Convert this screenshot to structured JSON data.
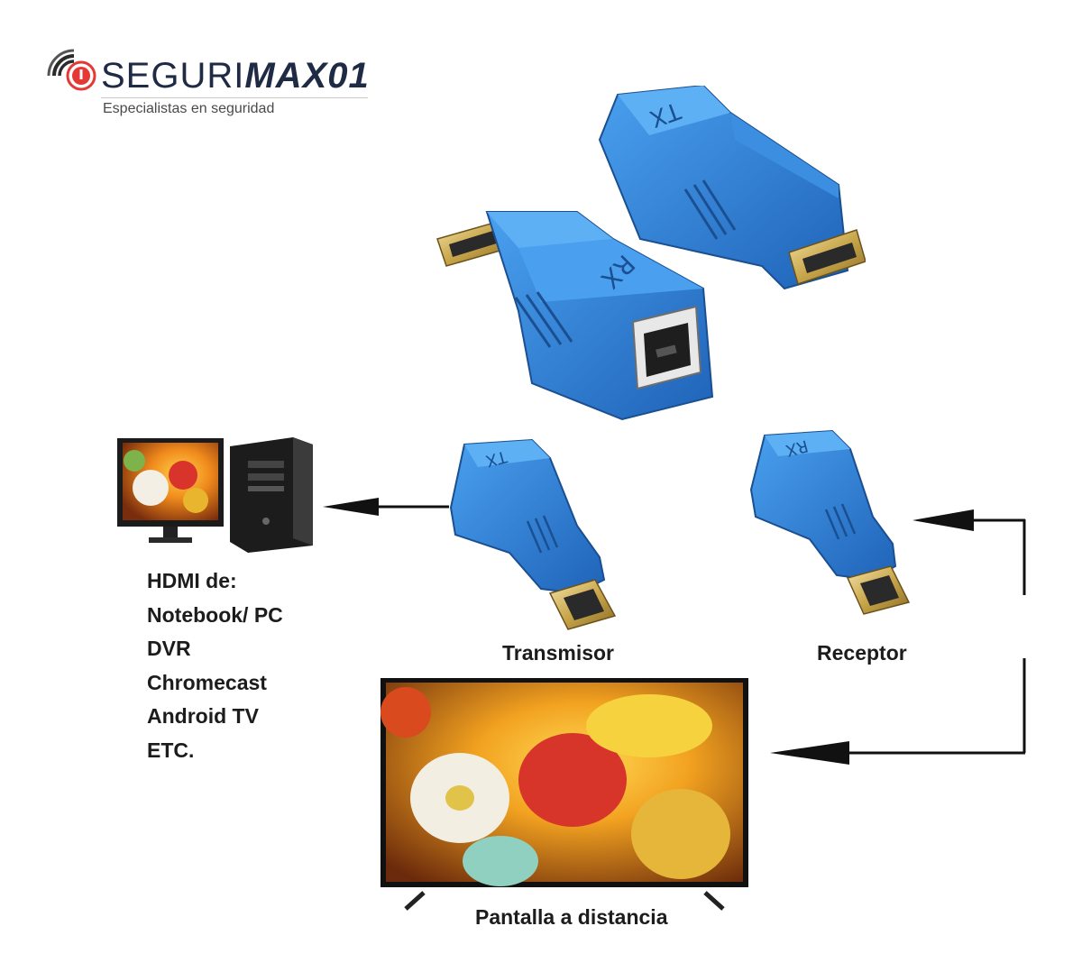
{
  "brand": {
    "name_light": "SEGURI",
    "name_bold": "MAX01",
    "tagline": "Especialistas en seguridad",
    "accent": "#e53935"
  },
  "adapters": {
    "top_tx_mark": "TX",
    "top_rx_mark": "RX",
    "small_tx_mark": "TX",
    "small_rx_mark": "RX",
    "color": "#2f7fd6"
  },
  "labels": {
    "sources": [
      "HDMI de:",
      "Notebook/ PC",
      "DVR",
      "Chromecast",
      "Android TV",
      "ETC."
    ],
    "transmitter": "Transmisor",
    "receiver": "Receptor",
    "display": "Pantalla a distancia"
  }
}
